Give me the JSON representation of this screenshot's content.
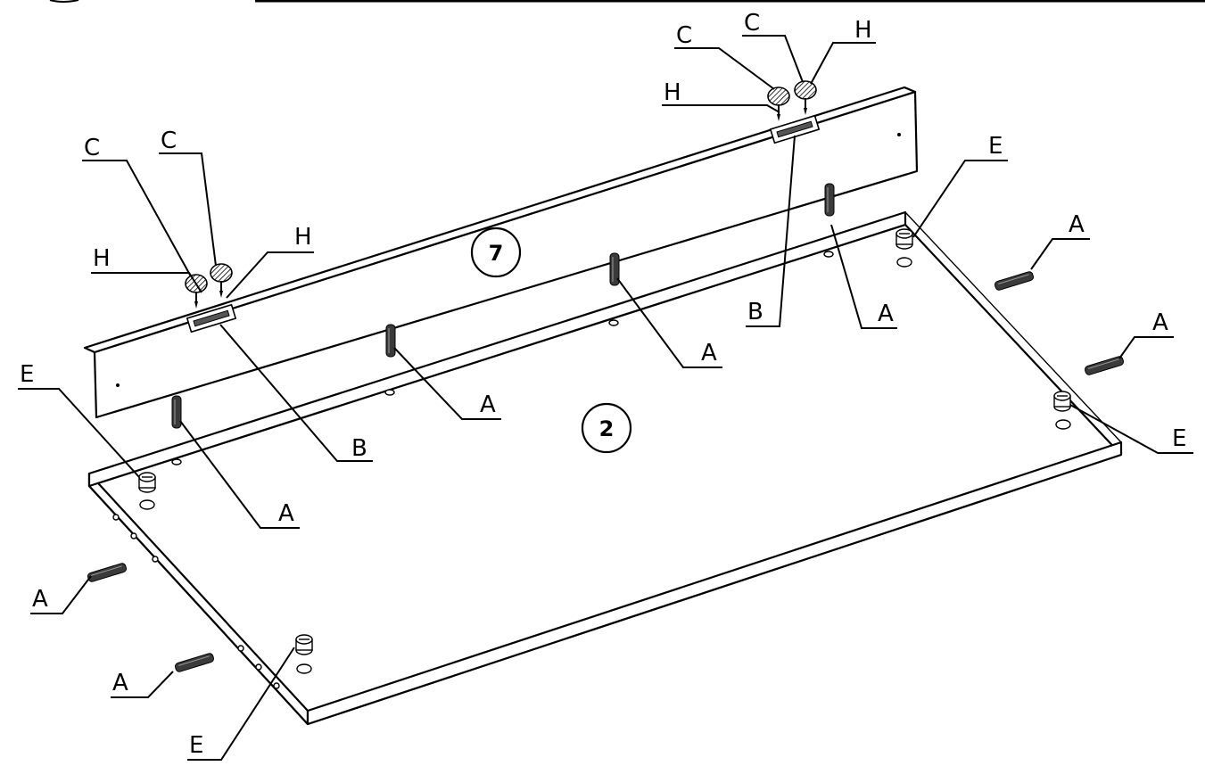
{
  "parts": {
    "panel_bottom": "2",
    "rail_back": "7"
  },
  "labels": {
    "A": "A",
    "B": "B",
    "C": "C",
    "E": "E",
    "H": "H"
  },
  "colors": {
    "ink": "#000000",
    "dowel": "#333333",
    "background": "#ffffff"
  }
}
